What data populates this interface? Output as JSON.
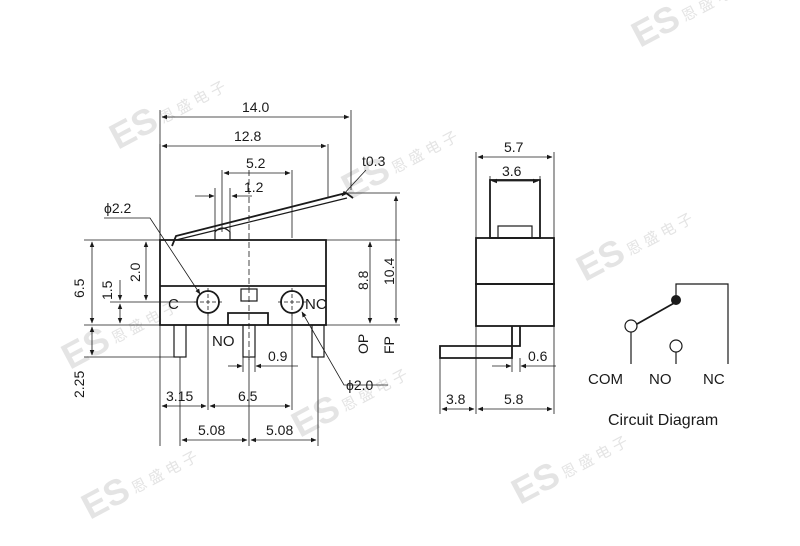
{
  "watermark": {
    "logo_text": "ES",
    "company_text": "恩 盛 电 子"
  },
  "front_view": {
    "dims": {
      "overall_length": "14.0",
      "lever_length": "12.8",
      "actuator_offset": "5.2",
      "actuator_width": "1.2",
      "lever_thickness": "t0.3",
      "mount_hole_diameter": "ϕ2.2",
      "pin_hole_diameter": "ϕ2.0",
      "body_height": "6.5",
      "hole_center_height": "1.5",
      "hole_to_top": "2.0",
      "pin_length": "2.25",
      "op_height": "8.8",
      "fp_height": "10.4",
      "pin_offset": "3.15",
      "hole_spacing": "6.5",
      "pitch_left": "5.08",
      "pitch_right": "5.08",
      "pin_width": "0.9"
    },
    "terminals": {
      "left": "C",
      "right": "NC",
      "bottom": "NO"
    },
    "vertical_labels": {
      "op": "OP",
      "fp": "FP"
    }
  },
  "side_view": {
    "dims": {
      "body_width": "5.7",
      "plunger_width": "3.6",
      "pin_thickness": "0.6",
      "pin_offset": "3.8",
      "body_depth": "5.8"
    }
  },
  "circuit": {
    "labels": {
      "com": "COM",
      "no": "NO",
      "nc": "NC"
    },
    "caption": "Circuit Diagram"
  }
}
